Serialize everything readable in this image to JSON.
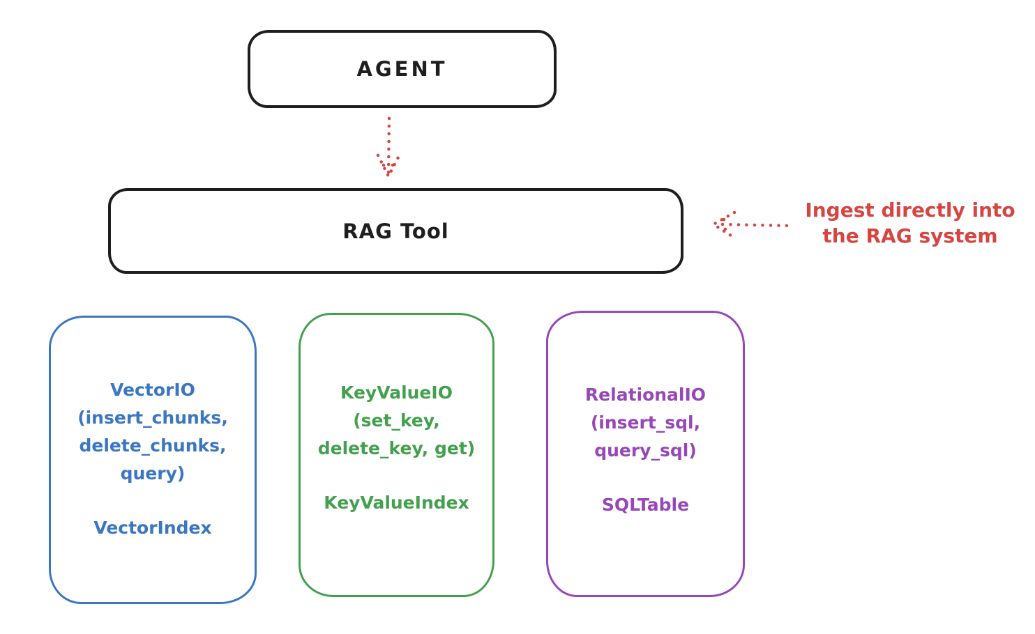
{
  "agent": {
    "label": "AGENT"
  },
  "rag_tool": {
    "label": "RAG Tool"
  },
  "annotation": {
    "text": "Ingest directly into\nthe RAG system"
  },
  "io_boxes": [
    {
      "methods": "VectorIO\n(insert_chunks,\ndelete_chunks,\nquery)",
      "index": "VectorIndex",
      "color": "#3b76c2"
    },
    {
      "methods": "KeyValueIO\n(set_key,\ndelete_key, get)",
      "index": "KeyValueIndex",
      "color": "#43a04e"
    },
    {
      "methods": "RelationalIO\n(insert_sql,\nquery_sql)",
      "index": "SQLTable",
      "color": "#9747b8"
    }
  ],
  "colors": {
    "stroke": "#1e1e1e",
    "accent_red": "#d64540",
    "blue": "#3b76c2",
    "green": "#43a04e",
    "purple": "#9747b8",
    "background": "#ffffff"
  }
}
